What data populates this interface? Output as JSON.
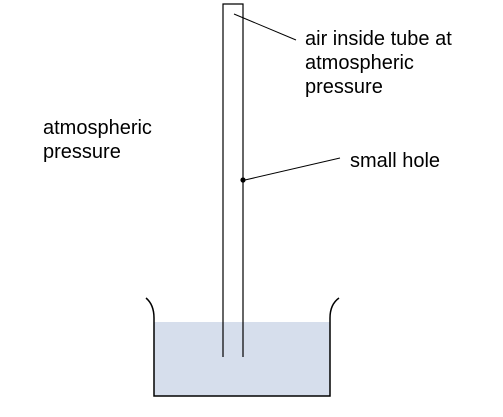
{
  "labels": {
    "air_inside_tube": {
      "line1": "air inside tube at",
      "line2": "atmospheric",
      "line3": "pressure"
    },
    "atmospheric_pressure": {
      "line1": "atmospheric",
      "line2": "pressure"
    },
    "small_hole": "small hole"
  },
  "colors": {
    "water": "#d6deec",
    "outline": "#000000",
    "background": "#ffffff"
  }
}
